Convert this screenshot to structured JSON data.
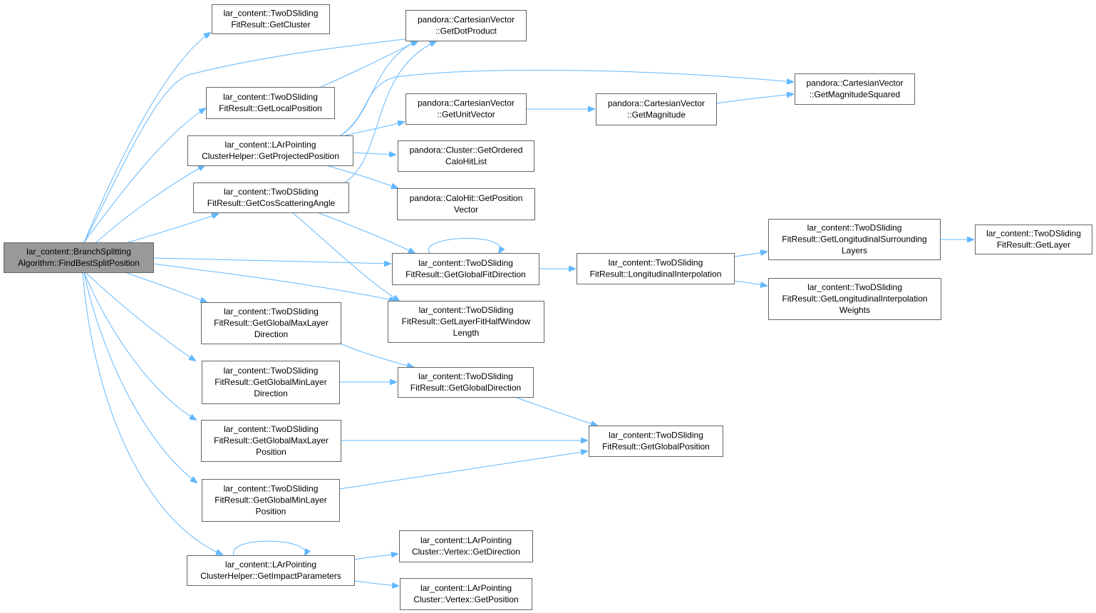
{
  "colors": {
    "edge": "#63b8ff",
    "node_border": "#666666",
    "root_fill": "#999999",
    "node_fill": "#ffffff"
  },
  "nodes": [
    {
      "id": "root",
      "lines": [
        "lar_content::BranchSplitting",
        "Algorithm::FindBestSplitPosition"
      ],
      "root": true
    },
    {
      "id": "getCluster",
      "lines": [
        "lar_content::TwoDSliding",
        "FitResult::GetCluster"
      ]
    },
    {
      "id": "getDotProduct",
      "lines": [
        "pandora::CartesianVector",
        "::GetDotProduct"
      ]
    },
    {
      "id": "getLocalPosition",
      "lines": [
        "lar_content::TwoDSliding",
        "FitResult::GetLocalPosition"
      ]
    },
    {
      "id": "getMagSquared",
      "lines": [
        "pandora::CartesianVector",
        "::GetMagnitudeSquared"
      ]
    },
    {
      "id": "getUnitVector",
      "lines": [
        "pandora::CartesianVector",
        "::GetUnitVector"
      ]
    },
    {
      "id": "getMagnitude",
      "lines": [
        "pandora::CartesianVector",
        "::GetMagnitude"
      ]
    },
    {
      "id": "getProjectedPosition",
      "lines": [
        "lar_content::LArPointing",
        "ClusterHelper::GetProjectedPosition"
      ]
    },
    {
      "id": "getOrderedCaloHitList",
      "lines": [
        "pandora::Cluster::GetOrdered",
        "CaloHitList"
      ]
    },
    {
      "id": "getCosScatteringAngle",
      "lines": [
        "lar_content::TwoDSliding",
        "FitResult::GetCosScatteringAngle"
      ]
    },
    {
      "id": "getPositionVector",
      "lines": [
        "pandora::CaloHit::GetPosition",
        "Vector"
      ]
    },
    {
      "id": "getLongSurroundingLayers",
      "lines": [
        "lar_content::TwoDSliding",
        "FitResult::GetLongitudinalSurrounding",
        "Layers"
      ]
    },
    {
      "id": "getLayer",
      "lines": [
        "lar_content::TwoDSliding",
        "FitResult::GetLayer"
      ]
    },
    {
      "id": "getGlobalFitDirection",
      "lines": [
        "lar_content::TwoDSliding",
        "FitResult::GetGlobalFitDirection"
      ]
    },
    {
      "id": "longitudinalInterpolation",
      "lines": [
        "lar_content::TwoDSliding",
        "FitResult::LongitudinalInterpolation"
      ]
    },
    {
      "id": "getLongInterpWeights",
      "lines": [
        "lar_content::TwoDSliding",
        "FitResult::GetLongitudinalInterpolation",
        "Weights"
      ]
    },
    {
      "id": "getLayerFitHalfWindowLength",
      "lines": [
        "lar_content::TwoDSliding",
        "FitResult::GetLayerFitHalfWindow",
        "Length"
      ]
    },
    {
      "id": "getGlobalMaxLayerDirection",
      "lines": [
        "lar_content::TwoDSliding",
        "FitResult::GetGlobalMaxLayer",
        "Direction"
      ]
    },
    {
      "id": "getGlobalMinLayerDirection",
      "lines": [
        "lar_content::TwoDSliding",
        "FitResult::GetGlobalMinLayer",
        "Direction"
      ]
    },
    {
      "id": "getGlobalDirection",
      "lines": [
        "lar_content::TwoDSliding",
        "FitResult::GetGlobalDirection"
      ]
    },
    {
      "id": "getGlobalMaxLayerPosition",
      "lines": [
        "lar_content::TwoDSliding",
        "FitResult::GetGlobalMaxLayer",
        "Position"
      ]
    },
    {
      "id": "getGlobalPosition",
      "lines": [
        "lar_content::TwoDSliding",
        "FitResult::GetGlobalPosition"
      ]
    },
    {
      "id": "getGlobalMinLayerPosition",
      "lines": [
        "lar_content::TwoDSliding",
        "FitResult::GetGlobalMinLayer",
        "Position"
      ]
    },
    {
      "id": "getImpactParameters",
      "lines": [
        "lar_content::LArPointing",
        "ClusterHelper::GetImpactParameters"
      ]
    },
    {
      "id": "vertexGetDirection",
      "lines": [
        "lar_content::LArPointing",
        "Cluster::Vertex::GetDirection"
      ]
    },
    {
      "id": "vertexGetPosition",
      "lines": [
        "lar_content::LArPointing",
        "Cluster::Vertex::GetPosition"
      ]
    }
  ],
  "edges": [
    [
      "root",
      "getCluster"
    ],
    [
      "root",
      "getDotProduct"
    ],
    [
      "root",
      "getLocalPosition"
    ],
    [
      "root",
      "getProjectedPosition"
    ],
    [
      "root",
      "getCosScatteringAngle"
    ],
    [
      "root",
      "getGlobalFitDirection"
    ],
    [
      "root",
      "getLayerFitHalfWindowLength"
    ],
    [
      "root",
      "getGlobalMaxLayerDirection"
    ],
    [
      "root",
      "getGlobalMinLayerDirection"
    ],
    [
      "root",
      "getGlobalMaxLayerPosition"
    ],
    [
      "root",
      "getGlobalMinLayerPosition"
    ],
    [
      "root",
      "getImpactParameters"
    ],
    [
      "getLocalPosition",
      "getDotProduct"
    ],
    [
      "getProjectedPosition",
      "getDotProduct"
    ],
    [
      "getProjectedPosition",
      "getMagSquared"
    ],
    [
      "getProjectedPosition",
      "getUnitVector"
    ],
    [
      "getProjectedPosition",
      "getOrderedCaloHitList"
    ],
    [
      "getProjectedPosition",
      "getPositionVector"
    ],
    [
      "getUnitVector",
      "getMagnitude"
    ],
    [
      "getMagnitude",
      "getMagSquared"
    ],
    [
      "getCosScatteringAngle",
      "getDotProduct"
    ],
    [
      "getCosScatteringAngle",
      "getGlobalFitDirection"
    ],
    [
      "getCosScatteringAngle",
      "getLayerFitHalfWindowLength"
    ],
    [
      "getGlobalFitDirection",
      "getGlobalFitDirection"
    ],
    [
      "getGlobalFitDirection",
      "longitudinalInterpolation"
    ],
    [
      "longitudinalInterpolation",
      "getLongSurroundingLayers"
    ],
    [
      "longitudinalInterpolation",
      "getLongInterpWeights"
    ],
    [
      "getLongSurroundingLayers",
      "getLayer"
    ],
    [
      "getGlobalMaxLayerDirection",
      "getGlobalDirection"
    ],
    [
      "getGlobalMinLayerDirection",
      "getGlobalDirection"
    ],
    [
      "getGlobalDirection",
      "getGlobalPosition"
    ],
    [
      "getGlobalMaxLayerPosition",
      "getGlobalPosition"
    ],
    [
      "getGlobalMinLayerPosition",
      "getGlobalPosition"
    ],
    [
      "getImpactParameters",
      "getImpactParameters"
    ],
    [
      "getImpactParameters",
      "vertexGetDirection"
    ],
    [
      "getImpactParameters",
      "vertexGetPosition"
    ]
  ]
}
